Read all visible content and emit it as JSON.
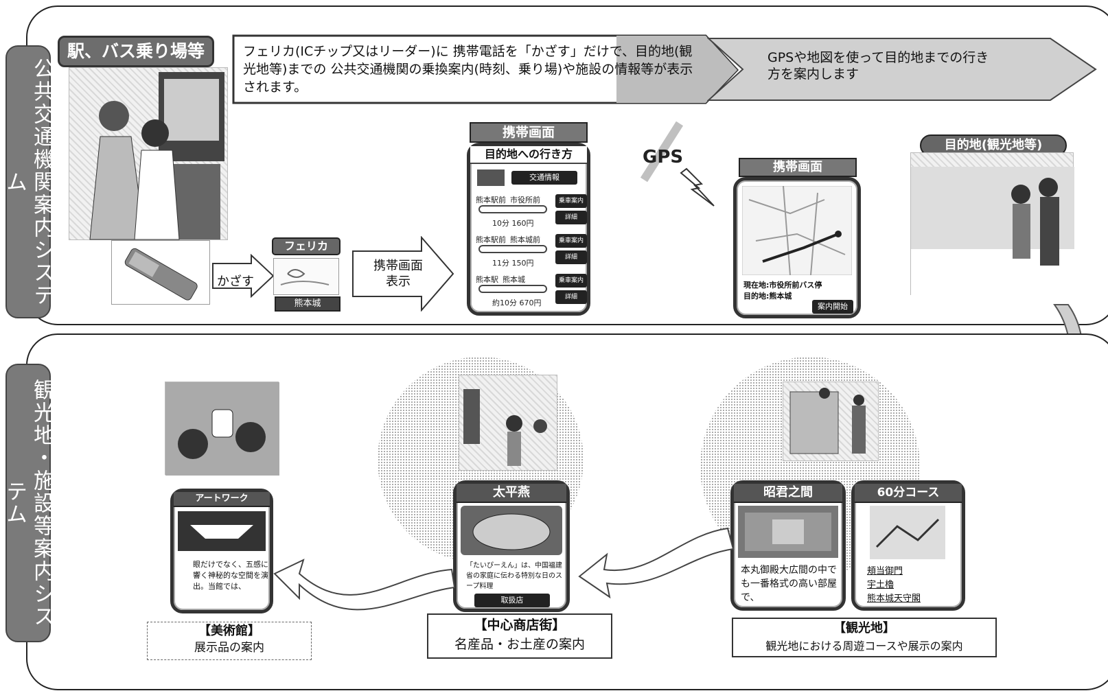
{
  "top_panel": {
    "vertical_label": "公共交通機関案内システム",
    "station_badge": "駅、バス乗り場等",
    "banner_text_1": "フェリカ(ICチップ又はリーダー)に 携帯電話を「かざす」だけで、目的地(観光地等)までの 公共交通機関の乗換案内(時刻、乗り場)や施設の情報等が表示されます。",
    "banner_text_2": "GPSや地図を使って目的地までの行き方を案内します",
    "felica_label": "フェリカ",
    "felica_sub": "熊本城",
    "kazasu_label": "かざす",
    "show_label": "携帯画面表示",
    "phone1": {
      "header": "携帯画面",
      "title": "目的地への行き方",
      "button_top": "交通情報",
      "routes": [
        {
          "from": "熊本駅前",
          "to": "市役所前",
          "time": "10分 160円"
        },
        {
          "from": "熊本駅前",
          "to": "熊本城前",
          "time": "11分 150円"
        },
        {
          "from": "熊本駅",
          "to": "熊本城",
          "time": "約10分 670円"
        }
      ],
      "btn_a": "乗車案内",
      "btn_b": "詳細"
    },
    "gps_label": "GPS",
    "phone2": {
      "header": "携帯画面",
      "current": "現在地:市役所前バス停",
      "destination": "目的地:熊本城",
      "button": "案内開始"
    },
    "destination_badge": "目的地(観光地等)"
  },
  "bottom_panel": {
    "vertical_label": "観光地・施設等案内システム",
    "museum": {
      "phone_title": "アートワーク",
      "phone_text": "眼だけでなく、五感に響く神秘的な空間を演出。当館では、",
      "caption_title": "【美術館】",
      "caption_text": "展示品の案内"
    },
    "shopping": {
      "phone_title": "太平燕",
      "phone_text": "「たいぴーえん」は、中国福建省の家庭に伝わる特別な日のスープ料理",
      "phone_button": "取扱店",
      "caption_title": "【中心商店街】",
      "caption_text": "名産品・お土産の案内"
    },
    "tourist": {
      "phone1_title": "昭君之間",
      "phone1_text": "本丸御殿大広間の中でも一番格式の高い部屋で、",
      "phone2_title": "60分コース",
      "phone2_links": [
        "頬当御門",
        "宇土櫓",
        "熊本城天守閣"
      ],
      "caption_title": "【観光地】",
      "caption_text": "観光地における周遊コースや展示の案内"
    }
  }
}
